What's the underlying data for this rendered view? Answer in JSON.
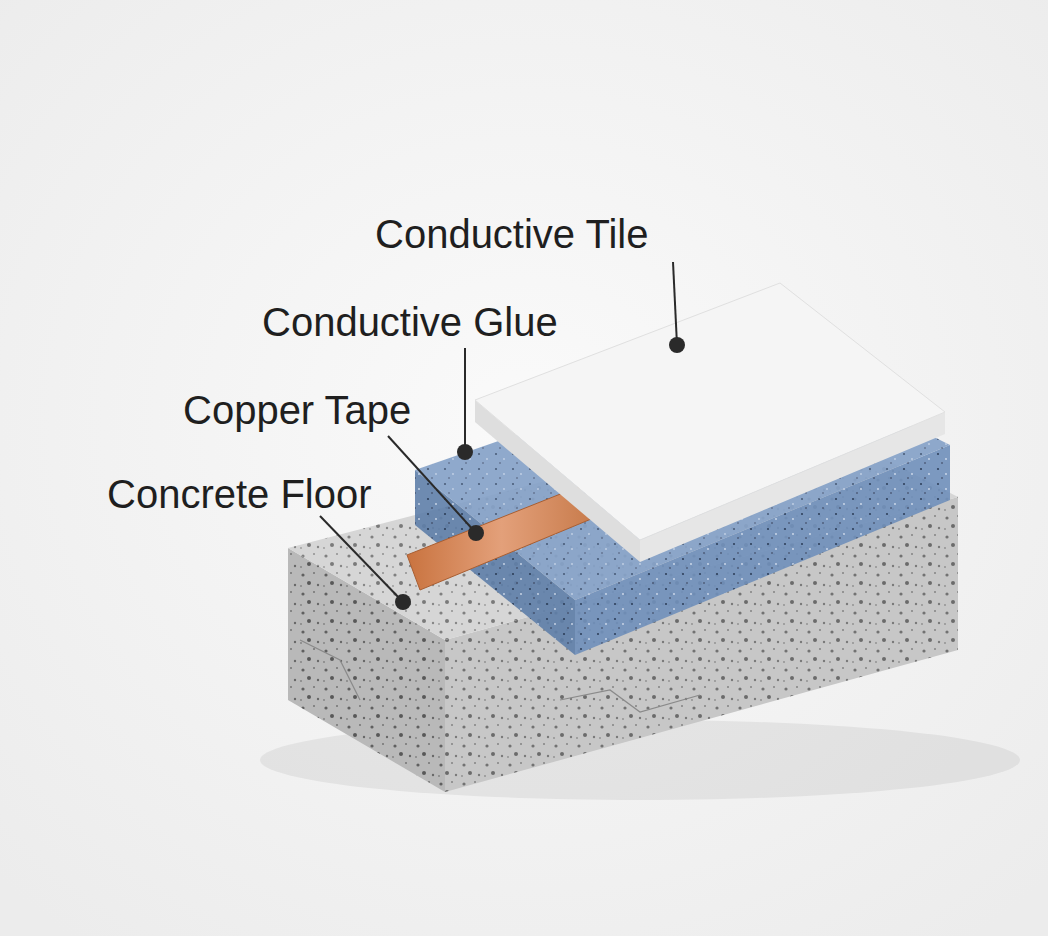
{
  "diagram": {
    "labels": [
      "Conductive Tile",
      "Conductive Glue",
      "Copper Tape",
      "Concrete Floor"
    ]
  }
}
